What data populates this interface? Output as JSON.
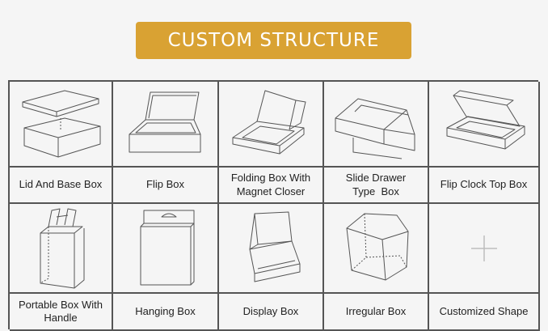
{
  "banner": {
    "title": "CUSTOM STRUCTURE"
  },
  "boxes": [
    {
      "label": "Lid And Base Box",
      "icon": "lid-and-base-box-icon"
    },
    {
      "label": "Flip Box",
      "icon": "flip-box-icon"
    },
    {
      "label": "Folding Box With\nMagnet Closer",
      "icon": "folding-box-icon"
    },
    {
      "label": "Slide Drawer\nType  Box",
      "icon": "slide-drawer-box-icon"
    },
    {
      "label": "Flip Clock Top Box",
      "icon": "flip-clock-top-box-icon"
    },
    {
      "label": "Portable Box With\nHandle",
      "icon": "portable-box-icon"
    },
    {
      "label": "Hanging Box",
      "icon": "hanging-box-icon"
    },
    {
      "label": "Display Box",
      "icon": "display-box-icon"
    },
    {
      "label": "Irregular Box",
      "icon": "irregular-box-icon"
    },
    {
      "label": "Customized Shape",
      "icon": "plus-icon"
    }
  ],
  "colors": {
    "banner": "#d9a233",
    "grid_line": "#555555",
    "background": "#f5f5f5"
  }
}
